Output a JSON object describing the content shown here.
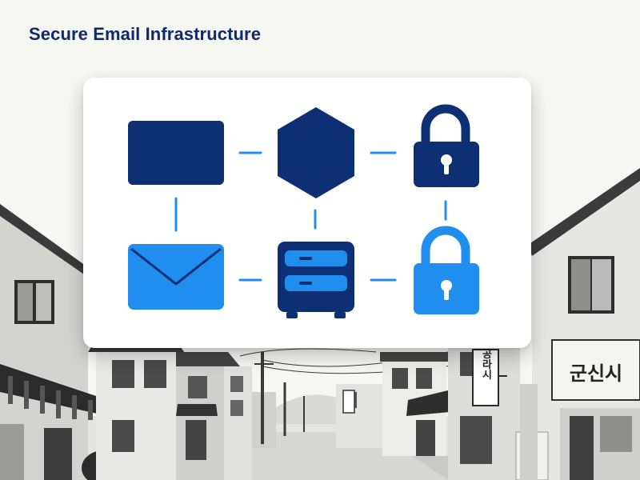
{
  "title": "Secure Email Infrastructure",
  "colors": {
    "navy": "#0d2f73",
    "blue": "#1f8eef",
    "connector": "#1f8eef",
    "card": "#ffffff",
    "background": "#f6f6f3"
  },
  "diagram": {
    "nodes": [
      {
        "id": "rect",
        "icon": "navy-rectangle-icon"
      },
      {
        "id": "hex",
        "icon": "navy-hexagon-icon"
      },
      {
        "id": "lock-top",
        "icon": "navy-padlock-icon"
      },
      {
        "id": "envelope",
        "icon": "blue-envelope-icon"
      },
      {
        "id": "server",
        "icon": "server-icon"
      },
      {
        "id": "lock-bottom",
        "icon": "blue-padlock-icon"
      }
    ],
    "connectors": [
      [
        "rect",
        "hex"
      ],
      [
        "hex",
        "lock-top"
      ],
      [
        "envelope",
        "server"
      ],
      [
        "server",
        "lock-bottom"
      ],
      [
        "rect",
        "envelope"
      ],
      [
        "hex",
        "server"
      ],
      [
        "lock-top",
        "lock-bottom"
      ]
    ]
  },
  "street": {
    "signs": [
      "공라시",
      "군신시"
    ]
  }
}
